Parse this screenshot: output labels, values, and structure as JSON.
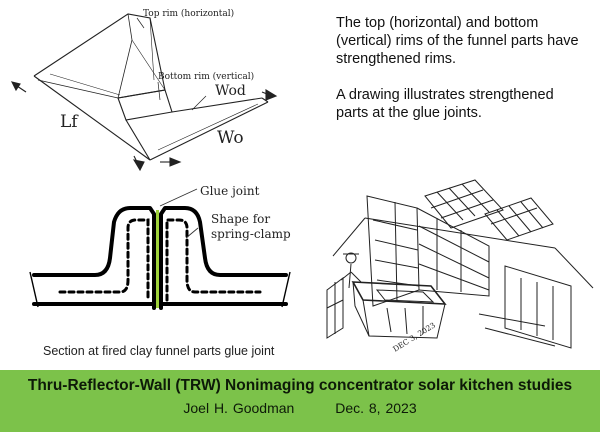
{
  "funnel_sketch": {
    "top_rim_label": "Top rim (horizontal)",
    "bottom_rim_label": "Bottom rim (vertical)",
    "wod_label": "Wod",
    "lf_label": "Lf",
    "wo_label": "Wo"
  },
  "description": {
    "paragraph_1": "The top (horizontal) and bottom (vertical) rims of the funnel parts have strengthened rims.",
    "paragraph_2": "A drawing illustrates strengthened parts at the glue joints."
  },
  "section_diagram": {
    "glue_joint_label": "Glue joint",
    "shape_label_line1": "Shape for",
    "shape_label_line2": "spring-clamp",
    "caption": "Section at fired clay funnel parts glue joint",
    "glue_line_color": "#9fd23a"
  },
  "building_sketch": {
    "signature": "DEC 3, 2023"
  },
  "footer": {
    "title": "Thru-Reflector-Wall (TRW) Nonimaging concentrator solar kitchen studies",
    "author": "Joel H. Goodman",
    "date": "Dec. 8, 2023",
    "background_color": "#7cc24a"
  }
}
